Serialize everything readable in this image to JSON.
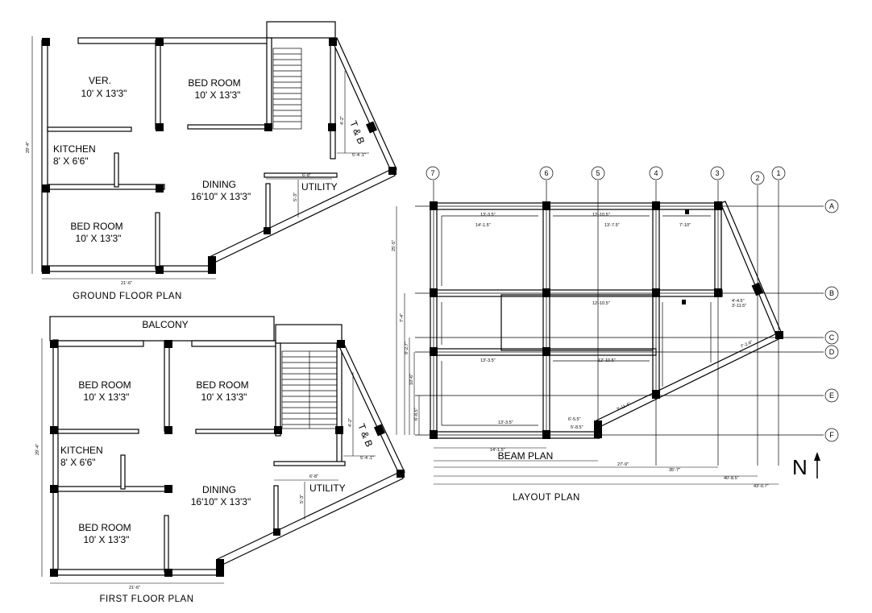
{
  "ground_floor": {
    "title": "GROUND FLOOR PLAN",
    "rooms": [
      {
        "name": "VER.",
        "size": "10' X 13'3\""
      },
      {
        "name": "BED ROOM",
        "size": "10' X 13'3\""
      },
      {
        "name": "KITCHEN",
        "size": "8' X 6'6\""
      },
      {
        "name": "DINING",
        "size": "16'10\" X 13'3\""
      },
      {
        "name": "BED ROOM",
        "size": "10' X 13'3\""
      }
    ],
    "tb_label": "T & B",
    "utility_label": "UTILITY",
    "dims": {
      "overall_width": "21'-6\"",
      "overall_height": "29'-4\"",
      "tb_width": "5'-4 .1\"",
      "tb_height": "4'-2\"",
      "utility_width": "6'-8\"",
      "utility_height": "5'-3\""
    }
  },
  "first_floor": {
    "title": "FIRST FLOOR PLAN",
    "balcony_label": "BALCONY",
    "rooms": [
      {
        "name": "BED ROOM",
        "size": "10' X 13'3\""
      },
      {
        "name": "BED ROOM",
        "size": "10' X 13'3\""
      },
      {
        "name": "KITCHEN",
        "size": "8' X 6'6\""
      },
      {
        "name": "DINING",
        "size": "16'10\" X 13'3\""
      },
      {
        "name": "BED ROOM",
        "size": "10' X 13'3\""
      }
    ],
    "tb_label": "T & B",
    "utility_label": "UTILITY",
    "dims": {
      "overall_width": "21'-6\"",
      "overall_height": "29'-4\"",
      "tb_width": "5'-4 .1\"",
      "tb_height": "4'-2\"",
      "utility_width": "6'-8\"",
      "utility_height": "5'-3\""
    }
  },
  "layout": {
    "beam_plan_label": "BEAM PLAN",
    "layout_plan_label": "LAYOUT  PLAN",
    "north_label": "N",
    "grid_columns": [
      "7",
      "6",
      "5",
      "4",
      "3",
      "2",
      "1"
    ],
    "grid_rows": [
      "A",
      "B",
      "C",
      "D",
      "E",
      "F"
    ],
    "dims": {
      "a1": "13'-3.5\"",
      "a2": "12'-10.5\"",
      "a3": "14'-1.5\"",
      "a4": "13'-7.5\"",
      "a5": "7'-10\"",
      "b1": "12'-10.5\"",
      "b2": "3'-11.5\"",
      "b3": "4'-4.5\"",
      "d1": "13'-3.5\"",
      "d2": "12'-10.5\"",
      "f1": "13'-3.5\"",
      "f2": "5'-8.5\"",
      "f3": "6'-5.5\"",
      "bot1": "14'-1.5\"",
      "bot2": "27'-9\"",
      "bot3": "35'-7\"",
      "bot4": "40'-8.5\"",
      "bot5": "43'-0.7\"",
      "left1": "25'-5\"",
      "left2": "7'-4\"",
      "left3": "9'-2.7\"",
      "left4": "10'-6\"",
      "left5": "6'-8.5\"",
      "diag1": "7'-2.6\"",
      "diag2": "3'-11.4\""
    }
  }
}
